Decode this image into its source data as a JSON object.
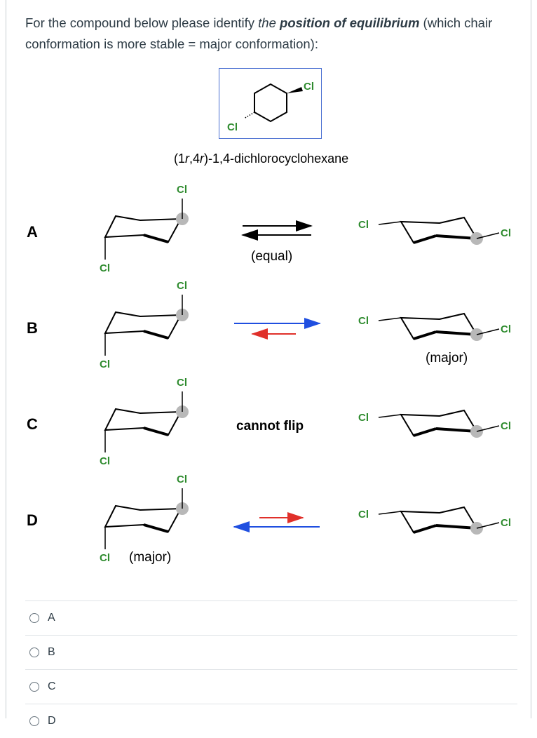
{
  "question": {
    "prefix": "For the compound below please identify ",
    "emph": "the ",
    "strong": "position of equilibrium",
    "suffix": " (which chair conformation is more stable = major conformation):"
  },
  "compound": {
    "name_prefix": "(1",
    "name_r1": "r",
    "name_mid": ",4",
    "name_r2": "r",
    "name_suffix": ")-1,4-dichlorocyclohexane",
    "atom_label": "Cl"
  },
  "rows": [
    {
      "letter": "A",
      "note": "(equal)",
      "left_major": "",
      "right_major": ""
    },
    {
      "letter": "B",
      "note": "",
      "left_major": "",
      "right_major": "(major)"
    },
    {
      "letter": "C",
      "note": "cannot flip",
      "left_major": "",
      "right_major": ""
    },
    {
      "letter": "D",
      "note": "",
      "left_major": "(major)",
      "right_major": ""
    }
  ],
  "colors": {
    "chlorine": "#2e8b2e",
    "arrow_black": "#000000",
    "arrow_blue": "#1f4fe0",
    "arrow_red": "#e0302a",
    "box_border": "#4a6fd1"
  },
  "options": [
    {
      "label": "A"
    },
    {
      "label": "B"
    },
    {
      "label": "C"
    },
    {
      "label": "D"
    }
  ]
}
